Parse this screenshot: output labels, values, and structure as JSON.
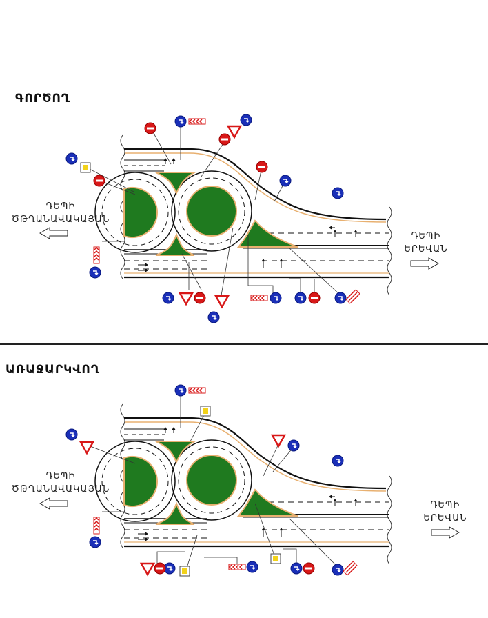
{
  "top": {
    "title": "ԳՈՐԾՈՂ",
    "left_direction": [
      "ԴԵՊԻ",
      "ԾԹՂԱՆԱՎԱԿԱՅԱՆ"
    ],
    "right_direction": [
      "ԴԵՊԻ",
      "ԵՐԵՎԱՆ"
    ]
  },
  "bottom": {
    "title": "ԱՌԱՋԱՐԿՎՈՂ",
    "left_direction": [
      "ԴԵՊԻ",
      "ԾԹՂԱՆԱՎԱԿԱՅԱՆ"
    ],
    "right_direction": [
      "ԴԵՊԻ",
      "ԵՐԵՎԱՆ"
    ]
  },
  "colors": {
    "island": "#1f7a1f",
    "island_border": "#e8b070",
    "sign_blue": "#1a2fb8",
    "sign_red": "#d81818",
    "sign_yellow": "#f2d21a",
    "road_line": "#111111"
  }
}
